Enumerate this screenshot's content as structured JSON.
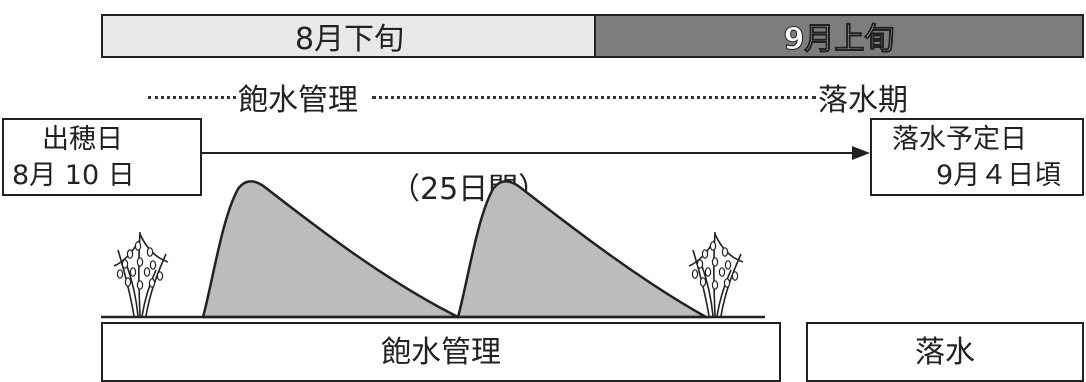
{
  "periods": {
    "late_august": "8月下旬",
    "early_september": "9月上旬"
  },
  "phases": {
    "flood": "飽水管理",
    "drain_period": "落水期"
  },
  "heading": {
    "label": "出穂日",
    "date": "8月 10 日"
  },
  "drain_plan": {
    "label": "落水予定日",
    "date": "9月４日頃"
  },
  "duration": "（25日間）",
  "management": {
    "flood": "飽水管理",
    "drain": "落水"
  },
  "colors": {
    "late_august_fill": "#e8e8e8",
    "early_september_fill": "#7d7d7d",
    "water_fill": "#bcbcbc",
    "line": "#222222"
  },
  "icons": [
    "rice-plant-icon",
    "water-level-curve"
  ]
}
